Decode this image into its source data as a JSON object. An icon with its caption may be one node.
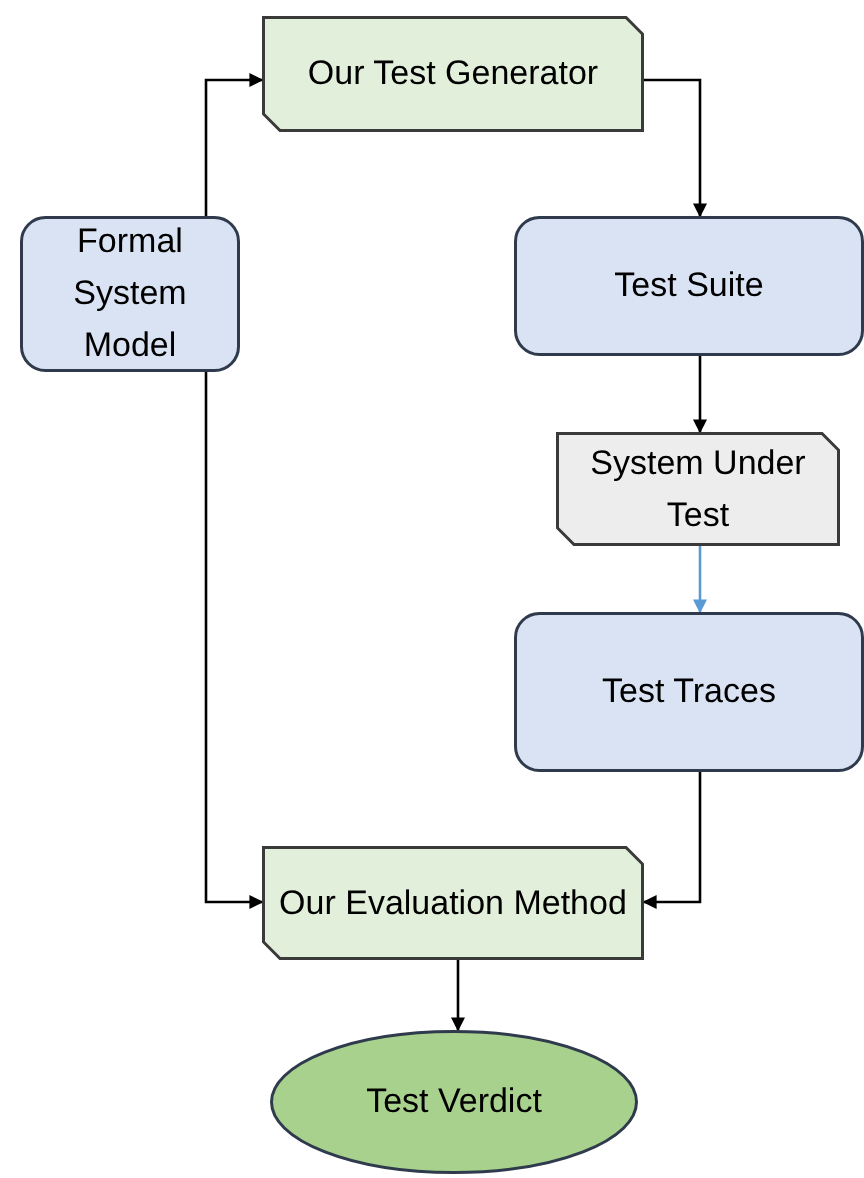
{
  "diagram": {
    "nodes": [
      {
        "text": [
          "Our Test Generator"
        ]
      },
      {
        "text": [
          "Formal System Model"
        ]
      },
      {
        "text": [
          "Test Suite"
        ]
      },
      {
        "text": [
          "System Under Test"
        ]
      },
      {
        "text": [
          "Test Traces"
        ]
      },
      {
        "text": [
          "Our Evaluation Method"
        ]
      },
      {
        "text": [
          "Test Verdict"
        ]
      }
    ],
    "edges": [
      {
        "from": 1,
        "to": 0,
        "arrow": "to"
      },
      {
        "from": 0,
        "to": 2,
        "arrow": "to"
      },
      {
        "from": 2,
        "to": 3,
        "arrow": "to"
      },
      {
        "from": 3,
        "to": 4,
        "arrow": "to",
        "color": "#5b9bd5"
      },
      {
        "from": 4,
        "to": 5,
        "arrow": "to"
      },
      {
        "from": 1,
        "to": 5,
        "arrow": "to"
      },
      {
        "from": 5,
        "to": 6,
        "arrow": "to"
      }
    ]
  }
}
